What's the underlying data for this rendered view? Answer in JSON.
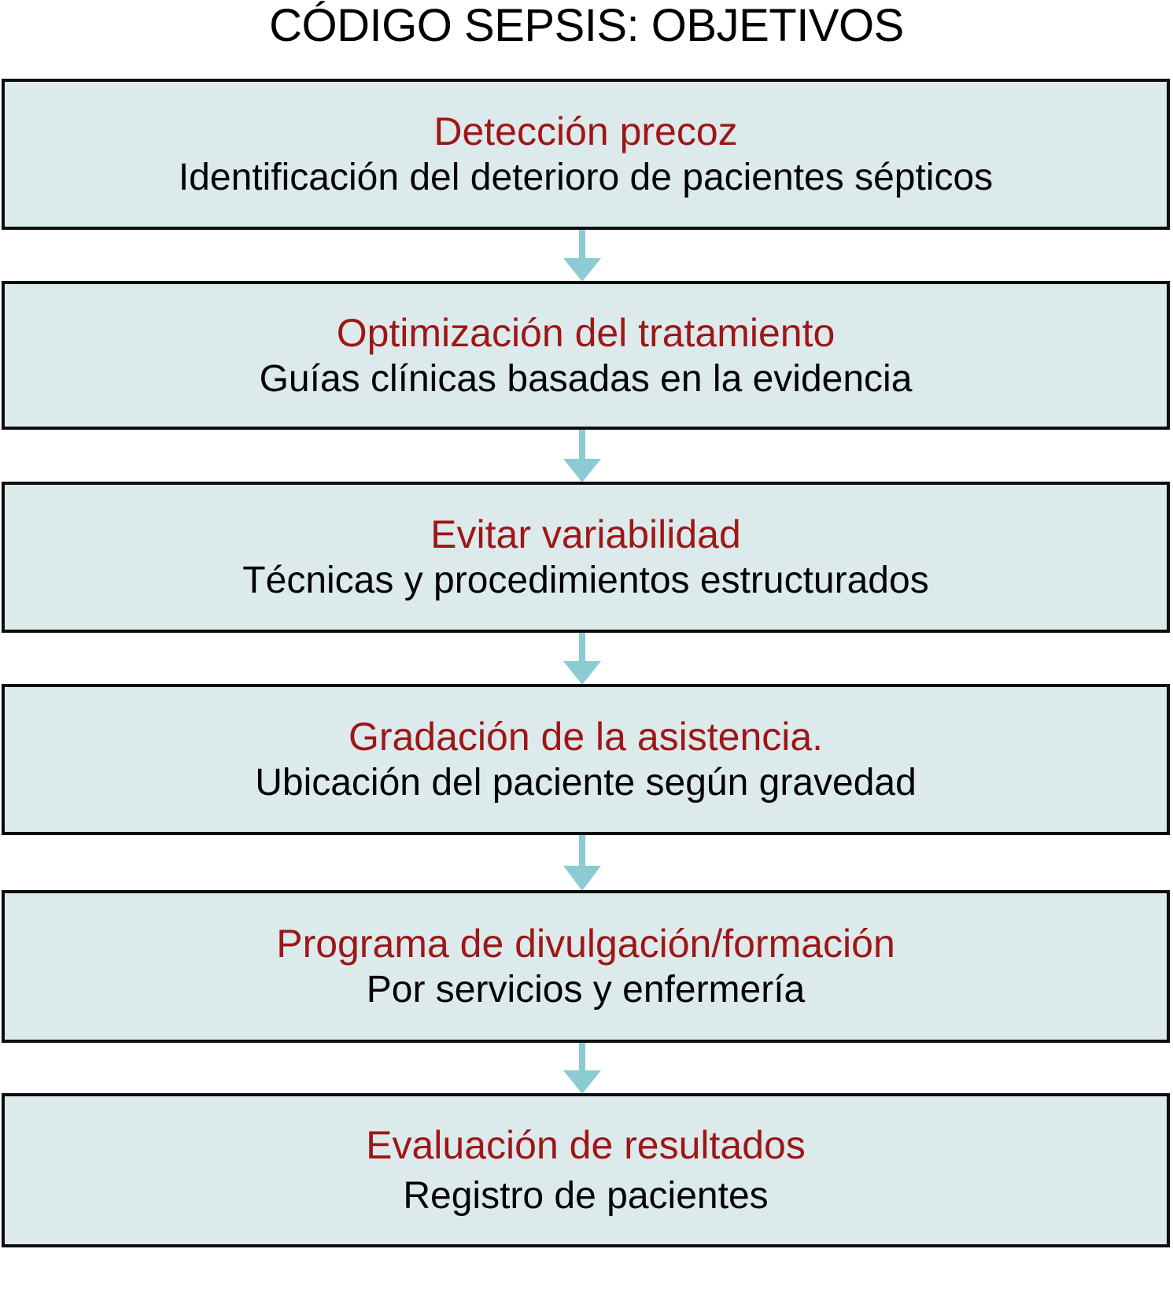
{
  "title": "CÓDIGO SEPSIS: OBJETIVOS",
  "colors": {
    "box_fill": "#dceaec",
    "box_border": "#0d0d0d",
    "heading_red": "#9e1616",
    "sub_black": "#000000",
    "arrow_teal": "#8ccbd4",
    "background": "#ffffff"
  },
  "flow": {
    "steps": [
      {
        "heading": "Detección precoz",
        "sub": "Identificación del deterioro de pacientes sépticos"
      },
      {
        "heading": "Optimización del tratamiento",
        "sub": "Guías clínicas basadas en la evidencia"
      },
      {
        "heading": "Evitar variabilidad",
        "sub": "Técnicas y procedimientos estructurados"
      },
      {
        "heading": "Gradación de la asistencia.",
        "sub": "Ubicación del paciente según gravedad"
      },
      {
        "heading": "Programa de divulgación/formación",
        "sub": "Por servicios y enfermería"
      },
      {
        "heading": "Evaluación de resultados",
        "sub": "Registro de pacientes"
      }
    ],
    "connector_count": 5,
    "connector_direction": "down"
  }
}
